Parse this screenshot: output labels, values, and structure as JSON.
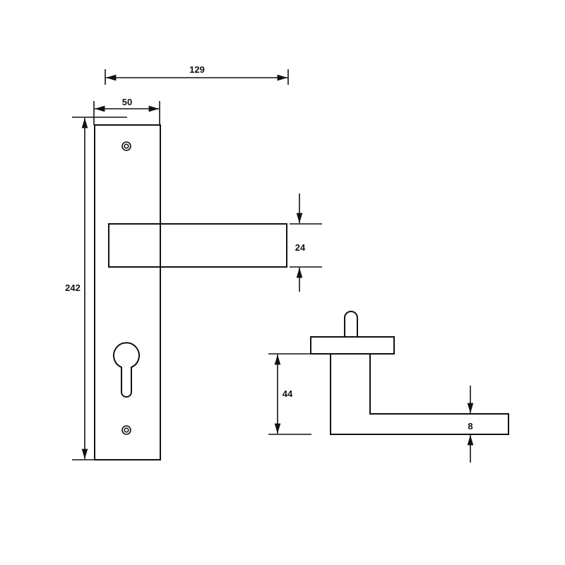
{
  "diagram": {
    "type": "technical-dimension-drawing",
    "subject": "door lever handle on backplate",
    "colors": {
      "line": "#111111",
      "background": "#ffffff"
    },
    "views": [
      {
        "name": "front-view",
        "description": "Backplate with lever handle, two screw holes and euro profile cylinder keyhole"
      },
      {
        "name": "side-view",
        "description": "Lever handle profile with rose and spindle"
      }
    ],
    "dimensions": {
      "overall_projection": "129",
      "plate_width": "50",
      "plate_height": "242",
      "lever_height": "24",
      "side_projection": "44",
      "lever_thickness": "8"
    }
  }
}
